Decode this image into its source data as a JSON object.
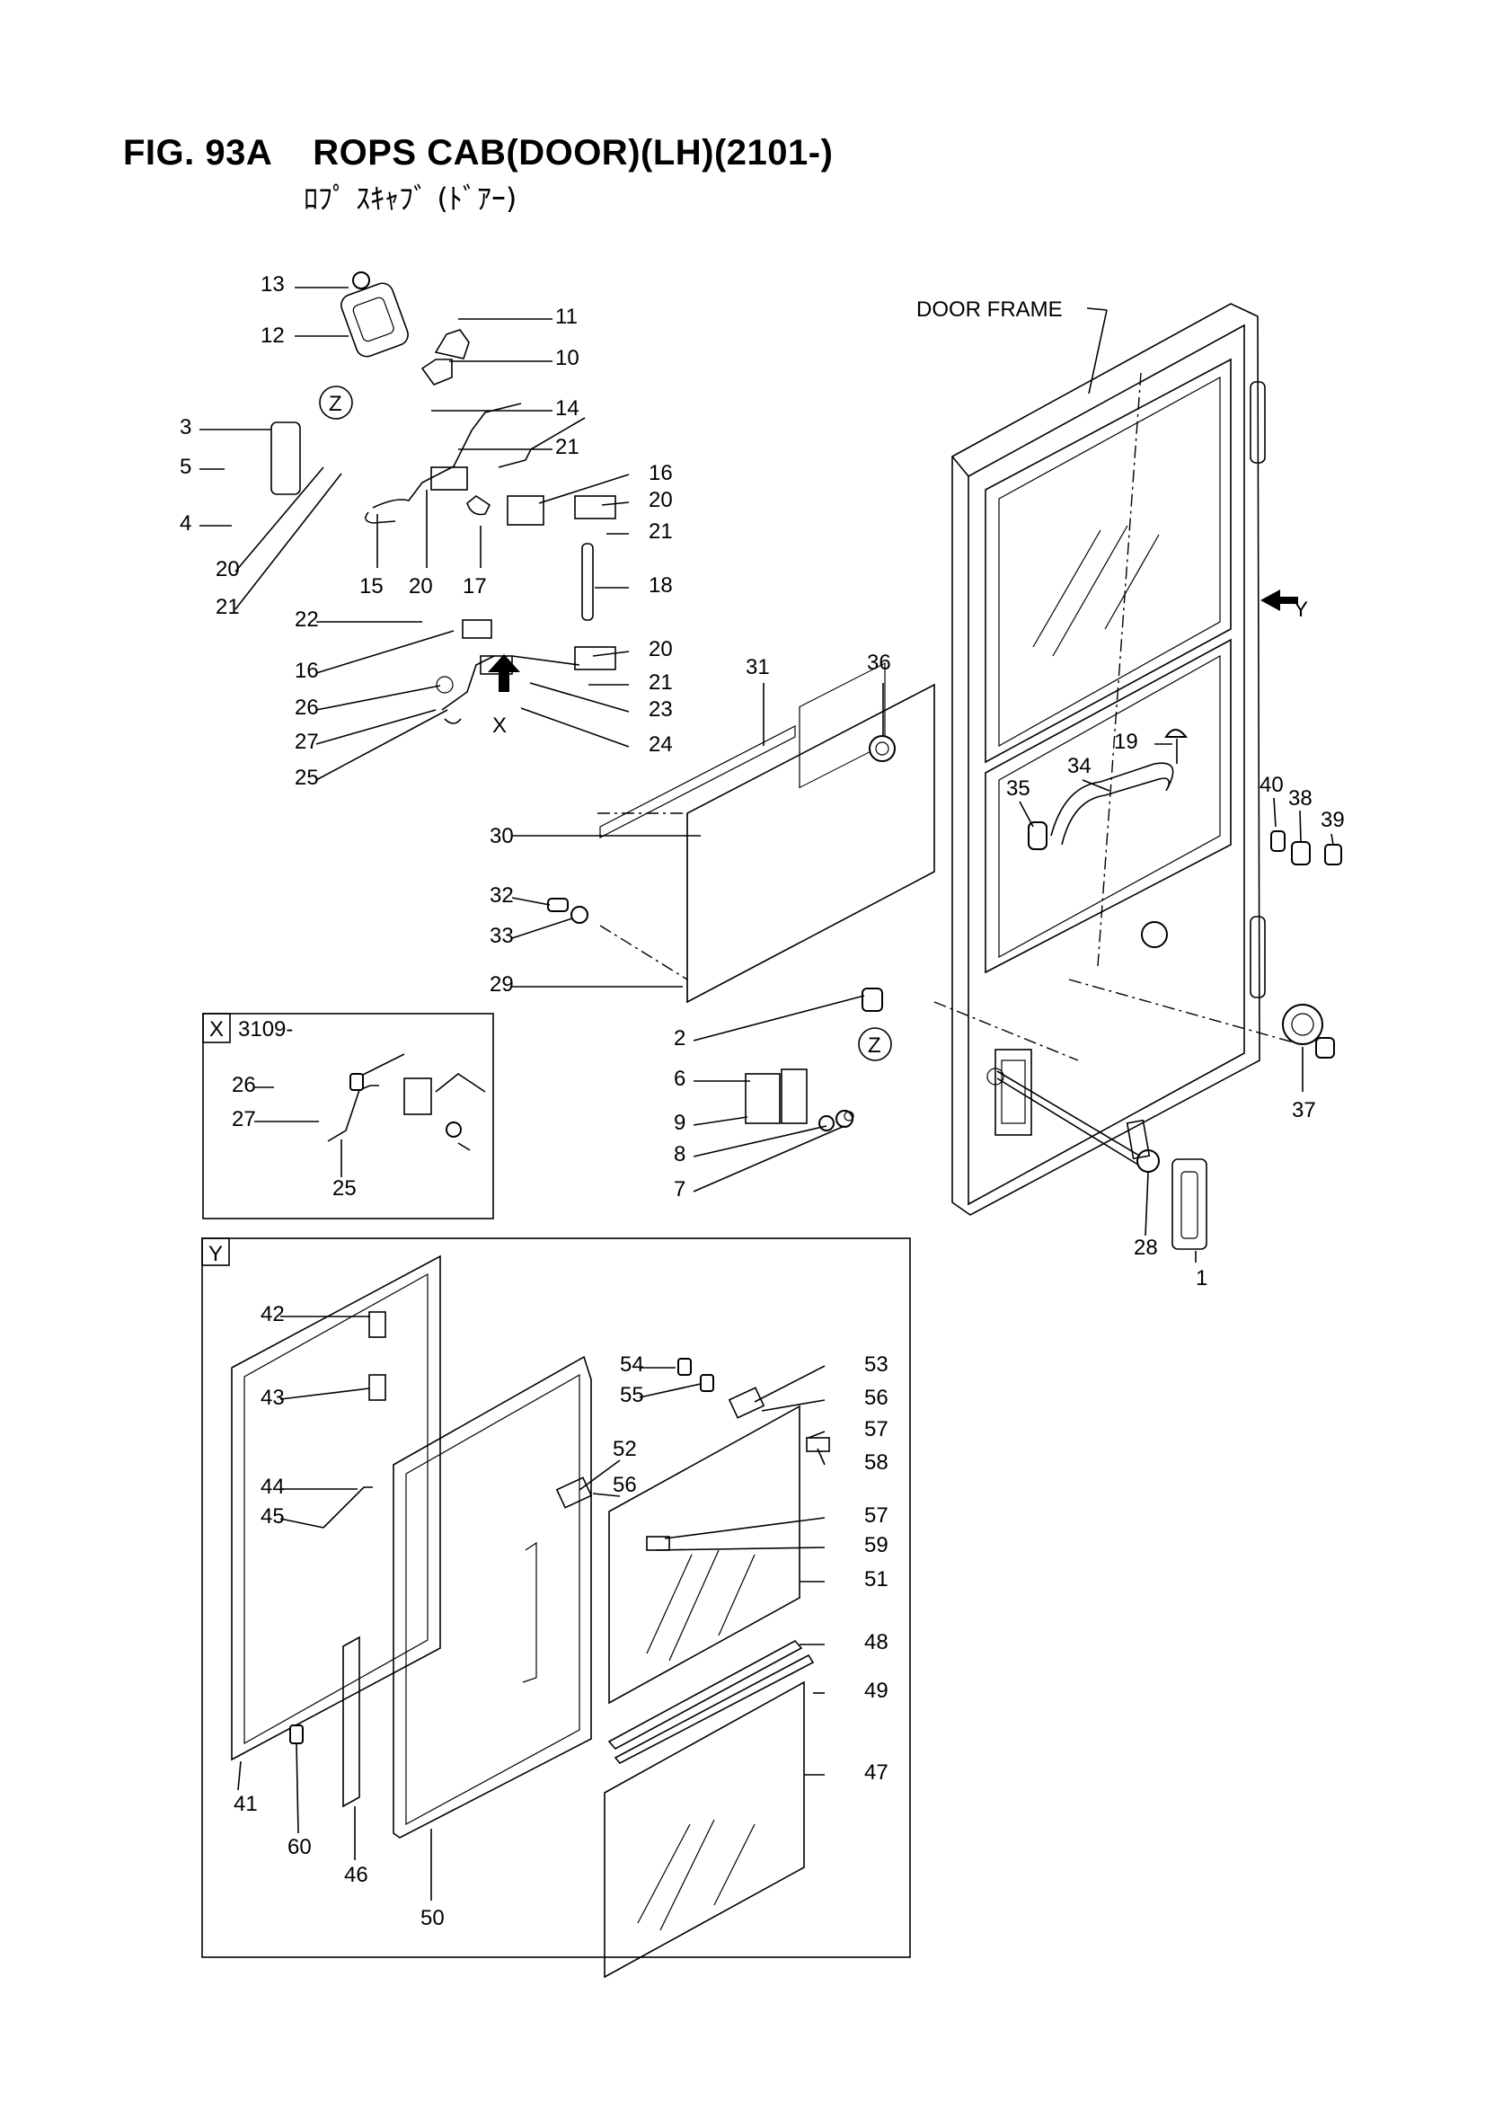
{
  "title": "FIG. 93A    ROPS CAB(DOOR)(LH)(2101-)",
  "subtitle": "ﾛﾌﾟ ｽｷｬﾌﾞ (ﾄﾞｱｰ)",
  "door_frame_label": "DOOR FRAME",
  "inset_x": {
    "tag": "X",
    "serial": "3109-"
  },
  "inset_y": {
    "tag": "Y"
  },
  "arrow_x_label": "X",
  "arrow_y_label": "Y",
  "z_marks": [
    "Z",
    "Z"
  ],
  "callouts": [
    "13",
    "12",
    "11",
    "10",
    "14",
    "3",
    "5",
    "4",
    "20",
    "21",
    "21",
    "16",
    "20",
    "21",
    "15",
    "20",
    "17",
    "18",
    "22",
    "16",
    "26",
    "27",
    "25",
    "20",
    "21",
    "23",
    "24",
    "31",
    "36",
    "19",
    "35",
    "34",
    "40",
    "38",
    "39",
    "30",
    "32",
    "33",
    "29",
    "2",
    "6",
    "9",
    "8",
    "7",
    "37",
    "28",
    "1",
    "26",
    "27",
    "25",
    "42",
    "43",
    "44",
    "45",
    "41",
    "60",
    "46",
    "50",
    "54",
    "55",
    "53",
    "56",
    "52",
    "56",
    "57",
    "58",
    "57",
    "59",
    "51",
    "48",
    "49",
    "47"
  ]
}
